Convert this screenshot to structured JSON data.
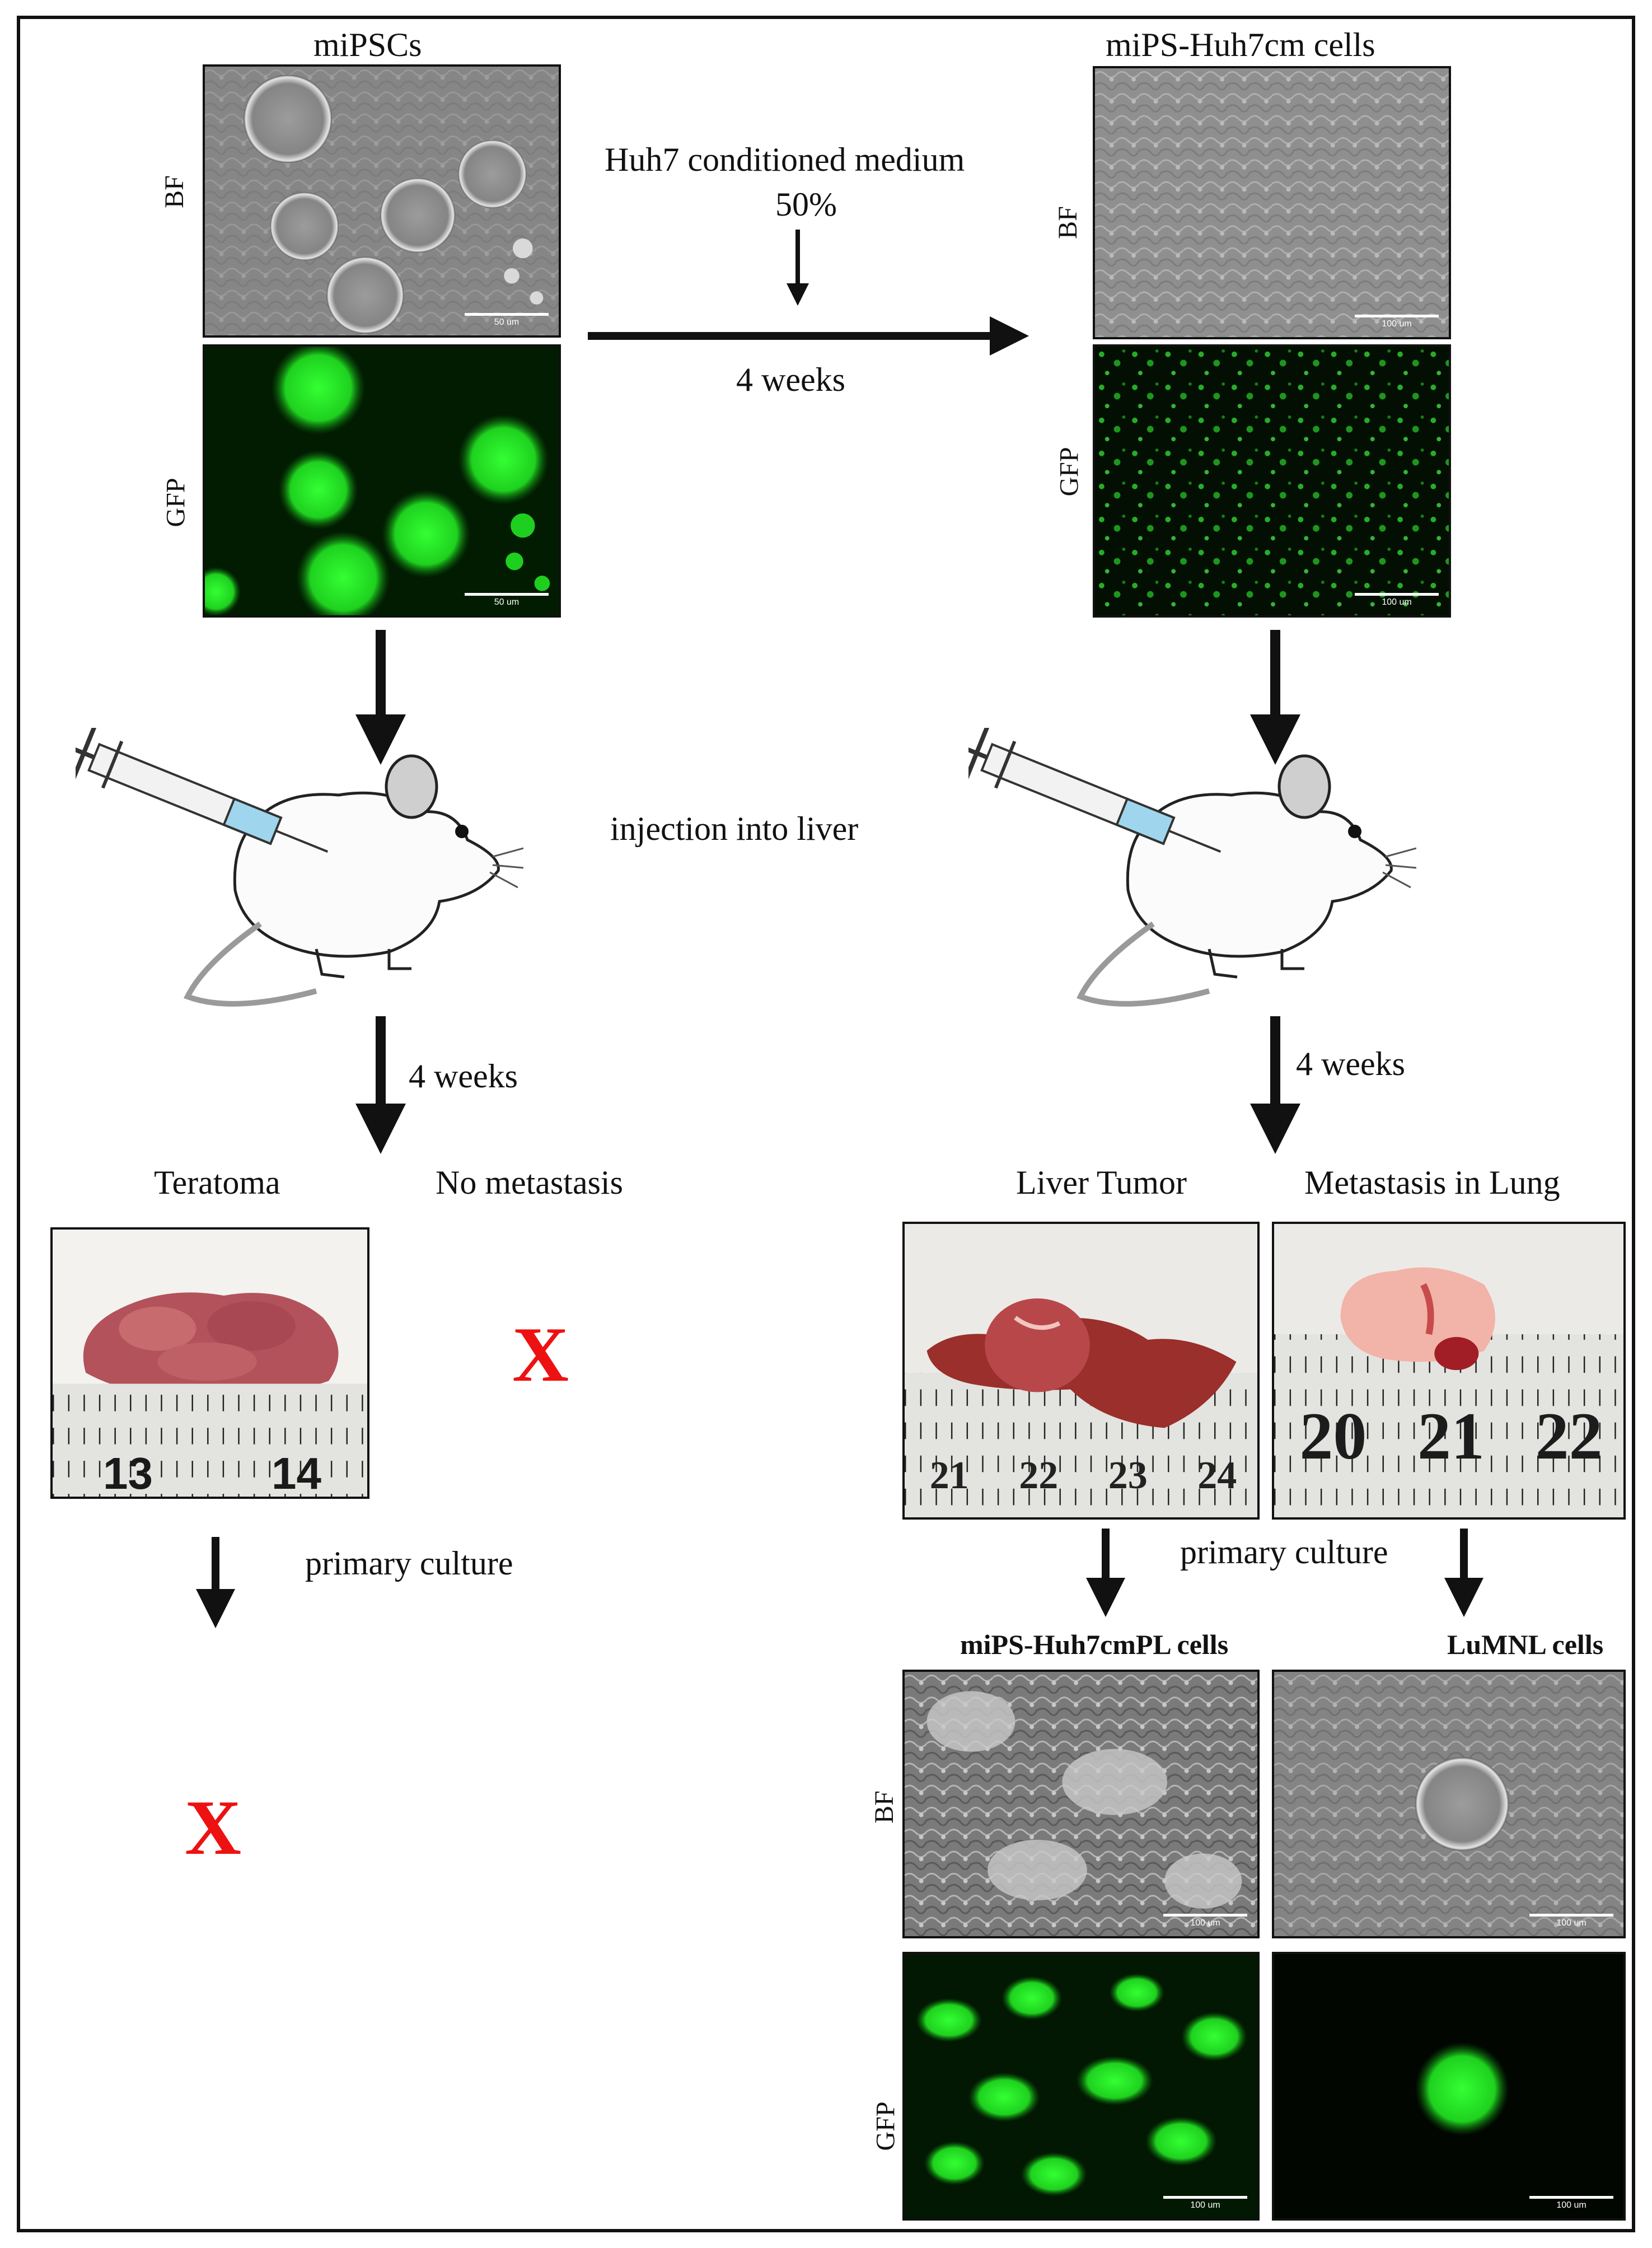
{
  "colors": {
    "frame": "#111111",
    "arrow": "#111111",
    "gfp": "#22dd22",
    "red_x": "#ee1111"
  },
  "left": {
    "title": "miPSCs",
    "bf_label": "BF",
    "gfp_label": "GFP",
    "bf_scale": "50 um",
    "gfp_scale": "50 um",
    "weeks": "4 weeks",
    "teratoma_label": "Teratoma",
    "no_metastasis_label": "No metastasis",
    "metastasis_x": "X",
    "primary_culture": "primary culture",
    "culture_x": "X",
    "ruler_numbers": [
      "13",
      "14"
    ]
  },
  "top_middle": {
    "medium_line1": "Huh7 conditioned medium",
    "medium_line2": "50%",
    "weeks": "4 weeks"
  },
  "right": {
    "title": "miPS-Huh7cm cells",
    "bf_label": "BF",
    "gfp_label": "GFP",
    "bf_scale": "100 um",
    "gfp_scale": "100 um",
    "weeks": "4 weeks",
    "liver_tumor_label": "Liver Tumor",
    "lung_label": "Metastasis in Lung",
    "liver_ruler_numbers": [
      "21",
      "22",
      "23",
      "24"
    ],
    "lung_ruler_numbers": [
      "20",
      "21",
      "22"
    ],
    "primary_culture": "primary culture",
    "pl_cells_label": "miPS-Huh7cmPL cells",
    "lumnl_label": "LuMNL cells",
    "bottom_bf_label": "BF",
    "bottom_gfp_label": "GFP",
    "scale_pl_bf": "100 um",
    "scale_lu_bf": "100 um",
    "scale_pl_gfp": "100 um",
    "scale_lu_gfp": "100 um"
  },
  "middle": {
    "injection": "injection into liver"
  },
  "icons": [
    "syringe-icon",
    "mouse-icon",
    "arrow-down-icon",
    "arrow-right-icon"
  ]
}
